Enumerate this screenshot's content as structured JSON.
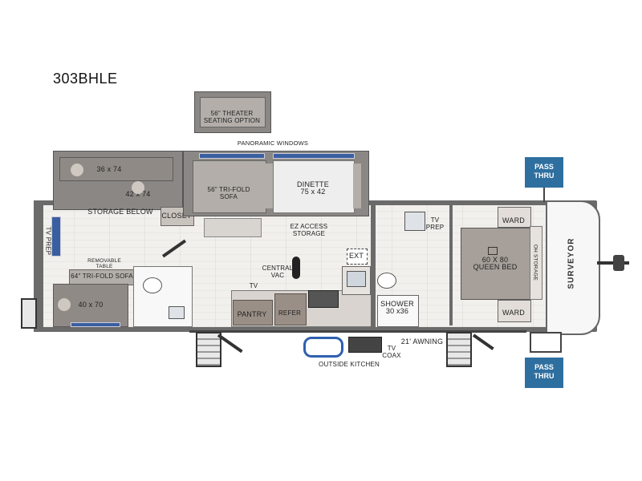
{
  "model": "303BHLE",
  "labels": {
    "theater_seating": "56\" THEATER\nSEATING OPTION",
    "panoramic_windows": "PANORAMIC WINDOWS",
    "pass_thru_top": "PASS\nTHRU",
    "pass_thru_bottom": "PASS\nTHRU",
    "bunk_upper": "36 x 74",
    "bunk_lower": "42 x 74",
    "trifold_sofa_56": "56\" TRI-FOLD\nSOFA",
    "dinette": "DINETTE\n75 x 42",
    "storage_below": "STORAGE BELOW",
    "closet": "CLOSET",
    "ez_access": "EZ ACCESS\nSTORAGE",
    "tv_prep_left": "TV PREP",
    "tv_prep_right": "TV\nPREP",
    "removable_table": "REMOVABLE\nTABLE",
    "trifold_sofa_64": "64\" TRI-FOLD SOFA",
    "bunk_bottom": "40 x 70",
    "central_vac": "CENTRAL\nVAC",
    "ext": "EXT",
    "tv": "TV",
    "pantry": "PANTRY",
    "refer": "REFER",
    "shower": "SHOWER\n30 x36",
    "ward_top": "WARD",
    "ward_bottom": "WARD",
    "queen_bed": "60 X 80\nQUEEN BED",
    "oh_storage": "OH STORAGE",
    "awning": "21' AWNING",
    "tv_coax": "TV\nCOAX",
    "outside_kitchen": "OUTSIDE KITCHEN",
    "brand": "SURVEYOR"
  },
  "colors": {
    "pass_thru": "#2e6fa0",
    "wall": "#6b6b6b",
    "slide": "#8a8784",
    "floor": "#f2f0ec"
  }
}
